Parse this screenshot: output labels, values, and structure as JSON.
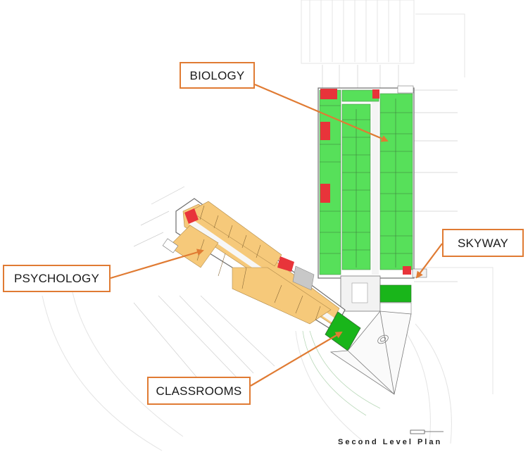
{
  "labels": {
    "biology": "BIOLOGY",
    "skyway": "SKYWAY",
    "psychology": "PSYCHOLOGY",
    "classrooms": "CLASSROOMS"
  },
  "plan_title": "Second Level Plan",
  "colors": {
    "biology": "#57e05a",
    "psychology": "#f6c97a",
    "classrooms": "#19b51a",
    "service": "#e8343a",
    "circulation": "#c8c8c8",
    "callout_border": "#e07b33",
    "arrow": "#e07b33",
    "linework": "#9a9a9a"
  }
}
